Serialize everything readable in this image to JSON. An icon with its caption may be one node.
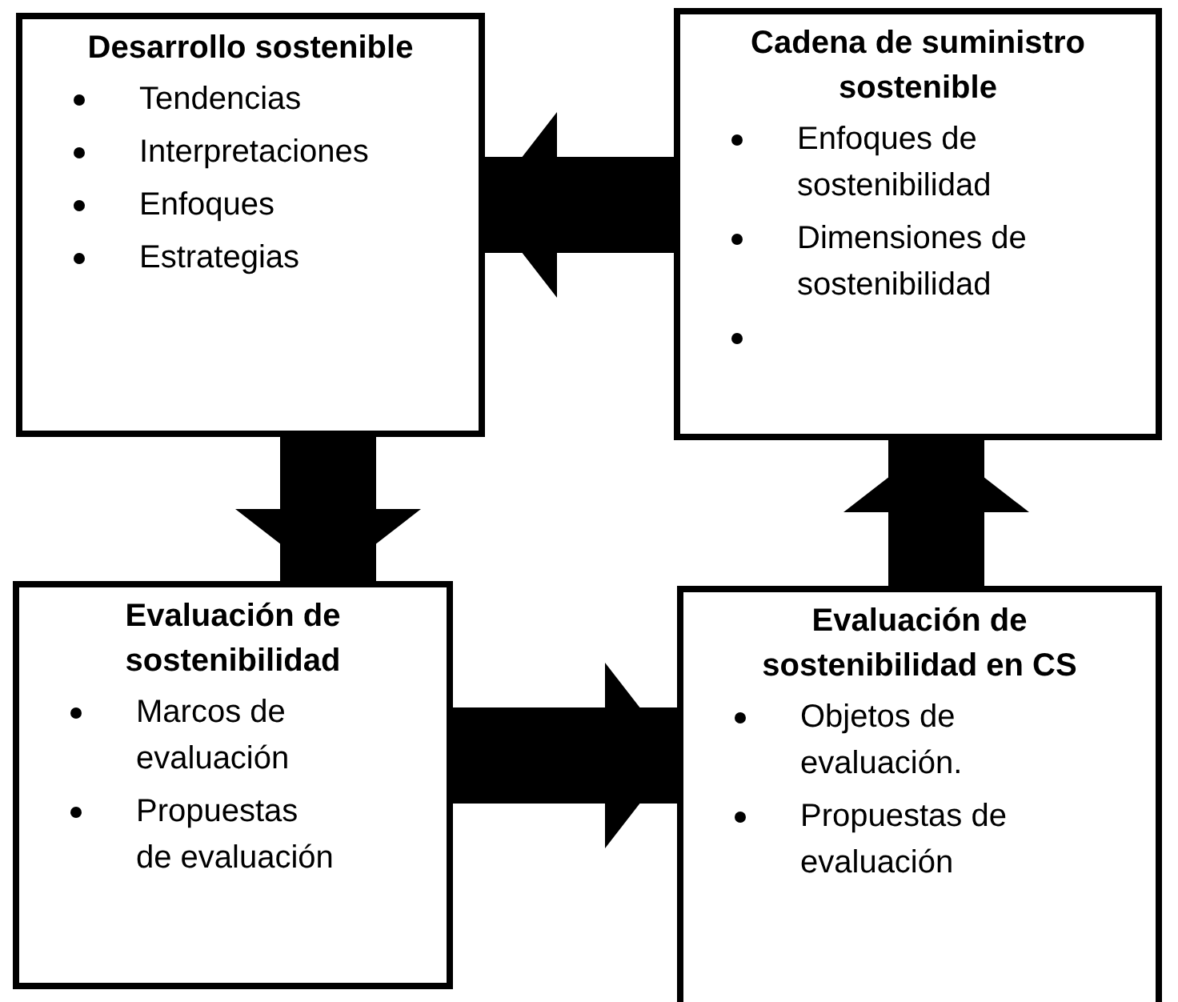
{
  "diagram": {
    "nodes": [
      {
        "text": [
          "Desarrollo sostenible",
          "Tendencias",
          "Interpretaciones",
          "Enfoques",
          "Estrategias"
        ]
      },
      {
        "text": [
          "Cadena de suministro sostenible",
          "Enfoques de sostenibilidad",
          "Dimensiones de sostenibilidad"
        ]
      },
      {
        "text": [
          "Evaluación de sostenibilidad",
          "Marcos de evaluación",
          "Propuestas de evaluación"
        ]
      },
      {
        "text": [
          "Evaluación de sostenibilidad en CS",
          "Objetos de evaluación.",
          "Propuestas de evaluación"
        ]
      }
    ],
    "edges": [
      {
        "from": 1,
        "to": 0,
        "arrow": "to"
      },
      {
        "from": 0,
        "to": 2,
        "arrow": "to"
      },
      {
        "from": 2,
        "to": 3,
        "arrow": "to"
      },
      {
        "from": 3,
        "to": 1,
        "arrow": "to"
      }
    ]
  }
}
